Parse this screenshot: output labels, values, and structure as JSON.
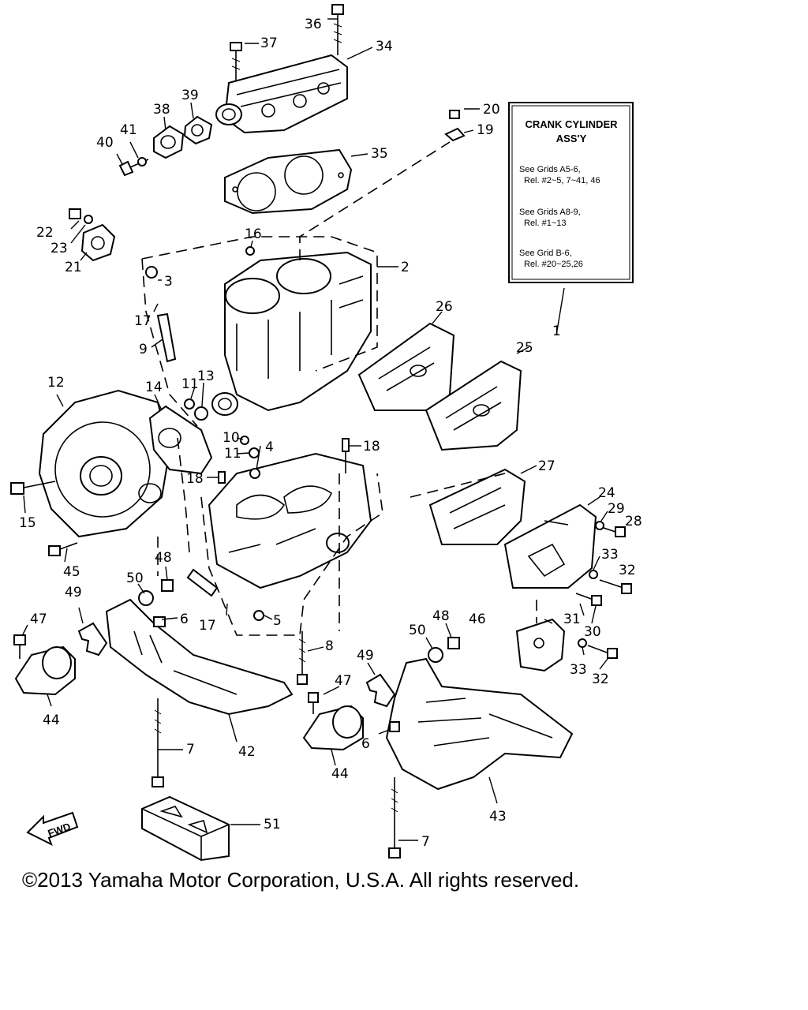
{
  "legend": {
    "title_line1": "CRANK CYLINDER",
    "title_line2": "ASS'Y",
    "ref1_line1": "See Grids A5-6,",
    "ref1_line2": "Rel. #2~5, 7~41, 46",
    "ref2_line1": "See Grids A8-9,",
    "ref2_line2": "Rel. #1~13",
    "ref3_line1": "See Grid B-6,",
    "ref3_line2": "Rel. #20~25,26"
  },
  "fwd_label": "FWD",
  "copyright": "©2013 Yamaha Motor Corporation, U.S.A. All rights reserved.",
  "callouts": {
    "c1": "1",
    "c2": "2",
    "c3": "3",
    "c4": "4",
    "c5": "5",
    "c6a": "6",
    "c6b": "6",
    "c7a": "7",
    "c7b": "7",
    "c8": "8",
    "c9": "9",
    "c10": "10",
    "c11a": "11",
    "c11b": "11",
    "c12": "12",
    "c13": "13",
    "c14": "14",
    "c15": "15",
    "c16": "16",
    "c17a": "17",
    "c17b": "17",
    "c18a": "18",
    "c18b": "18",
    "c19": "19",
    "c20": "20",
    "c21": "21",
    "c22": "22",
    "c23": "23",
    "c24": "24",
    "c25": "25",
    "c26": "26",
    "c27": "27",
    "c28": "28",
    "c29": "29",
    "c30": "30",
    "c31": "31",
    "c32a": "32",
    "c32b": "32",
    "c33a": "33",
    "c33b": "33",
    "c34": "34",
    "c35": "35",
    "c36": "36",
    "c37": "37",
    "c38": "38",
    "c39": "39",
    "c40": "40",
    "c41": "41",
    "c42": "42",
    "c43": "43",
    "c44a": "44",
    "c44b": "44",
    "c45": "45",
    "c46": "46",
    "c47a": "47",
    "c47b": "47",
    "c48a": "48",
    "c48b": "48",
    "c49a": "49",
    "c49b": "49",
    "c50a": "50",
    "c50b": "50",
    "c51": "51"
  }
}
